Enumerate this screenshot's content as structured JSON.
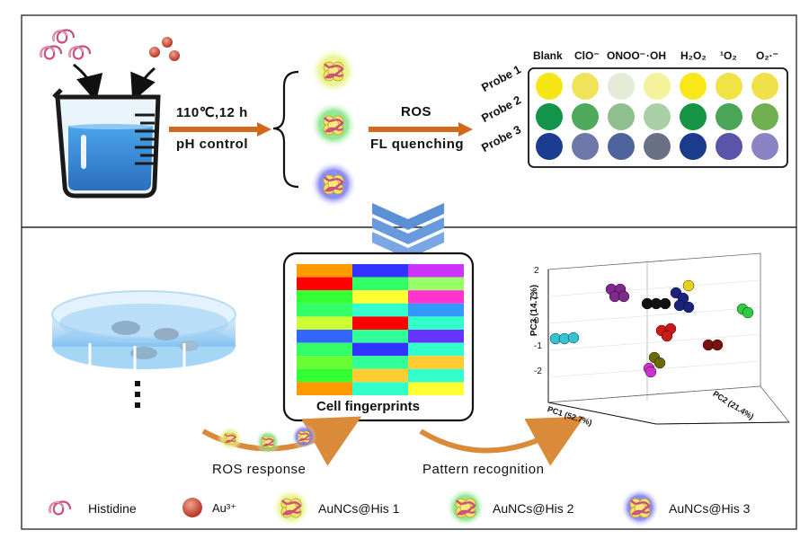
{
  "synthesis": {
    "condition_line1": "110℃,12 h",
    "condition_line2": "pH control",
    "ros_label": "ROS",
    "quench_label": "FL quenching"
  },
  "probe_array": {
    "columns": [
      "Blank",
      "ClO⁻",
      "ONOO⁻",
      "·OH",
      "H₂O₂",
      "¹O₂",
      "O₂·⁻"
    ],
    "rows": [
      {
        "label": "Probe 1",
        "colors": [
          "#f7e616",
          "#efe35a",
          "#e6ebd8",
          "#f4f29a",
          "#f8e81a",
          "#f1e246",
          "#f0e049"
        ]
      },
      {
        "label": "Probe 2",
        "colors": [
          "#12944a",
          "#4faa5e",
          "#8fbf8f",
          "#a8cfa6",
          "#169644",
          "#4aa656",
          "#70b050"
        ]
      },
      {
        "label": "Probe 3",
        "colors": [
          "#1c3c8f",
          "#6e78a8",
          "#4f649c",
          "#6a7184",
          "#1b3b8c",
          "#5a55a8",
          "#8c83c4"
        ]
      }
    ]
  },
  "fingerprint": {
    "caption": "Cell fingerprints",
    "grid": [
      [
        "#ff9900",
        "#3333ff",
        "#cc33ff"
      ],
      [
        "#ff0000",
        "#33ff66",
        "#99ff66"
      ],
      [
        "#33ff33",
        "#ffff33",
        "#ff33cc"
      ],
      [
        "#33ff66",
        "#33ffcc",
        "#3399ff"
      ],
      [
        "#ccff33",
        "#ff0000",
        "#33ffcc"
      ],
      [
        "#3366ff",
        "#33ff99",
        "#6633ff"
      ],
      [
        "#33ff66",
        "#3333ff",
        "#33ffcc"
      ],
      [
        "#66ff33",
        "#33ff99",
        "#ffcc33"
      ],
      [
        "#33ff33",
        "#ffcc33",
        "#33ffcc"
      ],
      [
        "#ff9900",
        "#33ffcc",
        "#ffff33"
      ]
    ]
  },
  "pca": {
    "ylabel": "PC3 (14.7%)",
    "xlabel": "PC1 (52.7%)",
    "zlabel": "PC2 (21.4%)",
    "yticks": [
      "2",
      "1",
      "0",
      "-1",
      "-2"
    ]
  },
  "steps": {
    "ros_response": "ROS response",
    "pattern_recognition": "Pattern recognition"
  },
  "legend": {
    "histidine": "Histidine",
    "au": "Au³⁺",
    "his1": "AuNCs@His 1",
    "his2": "AuNCs@His 2",
    "his3": "AuNCs@His 3"
  },
  "colors": {
    "arrow_orange": "#d2691e",
    "chevron_blue": "#5b8fd6",
    "histidine_pink": "#c94f7c",
    "au_red": "#d9534f",
    "glow_yellow": "#e4f27a",
    "glow_green": "#79e07a",
    "glow_blue": "#6f6ff0"
  }
}
